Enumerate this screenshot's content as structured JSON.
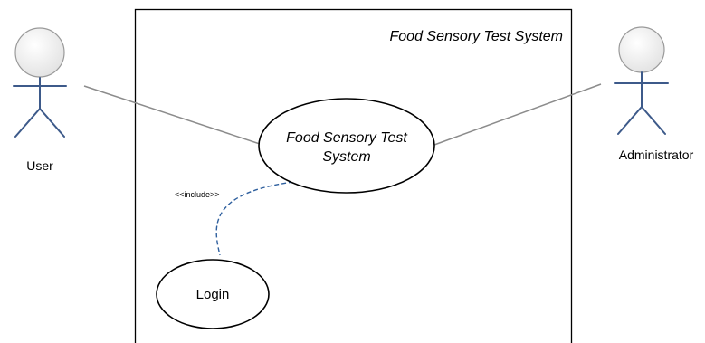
{
  "system": {
    "title": "Food Sensory Test System"
  },
  "actors": {
    "user": {
      "label": "User"
    },
    "administrator": {
      "label": "Administrator"
    }
  },
  "use_cases": {
    "main": {
      "line1": "Food Sensory Test",
      "line2": "System"
    },
    "login": {
      "label": "Login"
    }
  },
  "relationships": {
    "include_label": "<<include>>"
  },
  "colors": {
    "actor_stroke": "#3d5a8a",
    "head_fill": "#f2f2f2",
    "head_stroke": "#9a9a9a",
    "association": "#8c8c8c",
    "include": "#2e5f9e",
    "border": "#000000"
  }
}
